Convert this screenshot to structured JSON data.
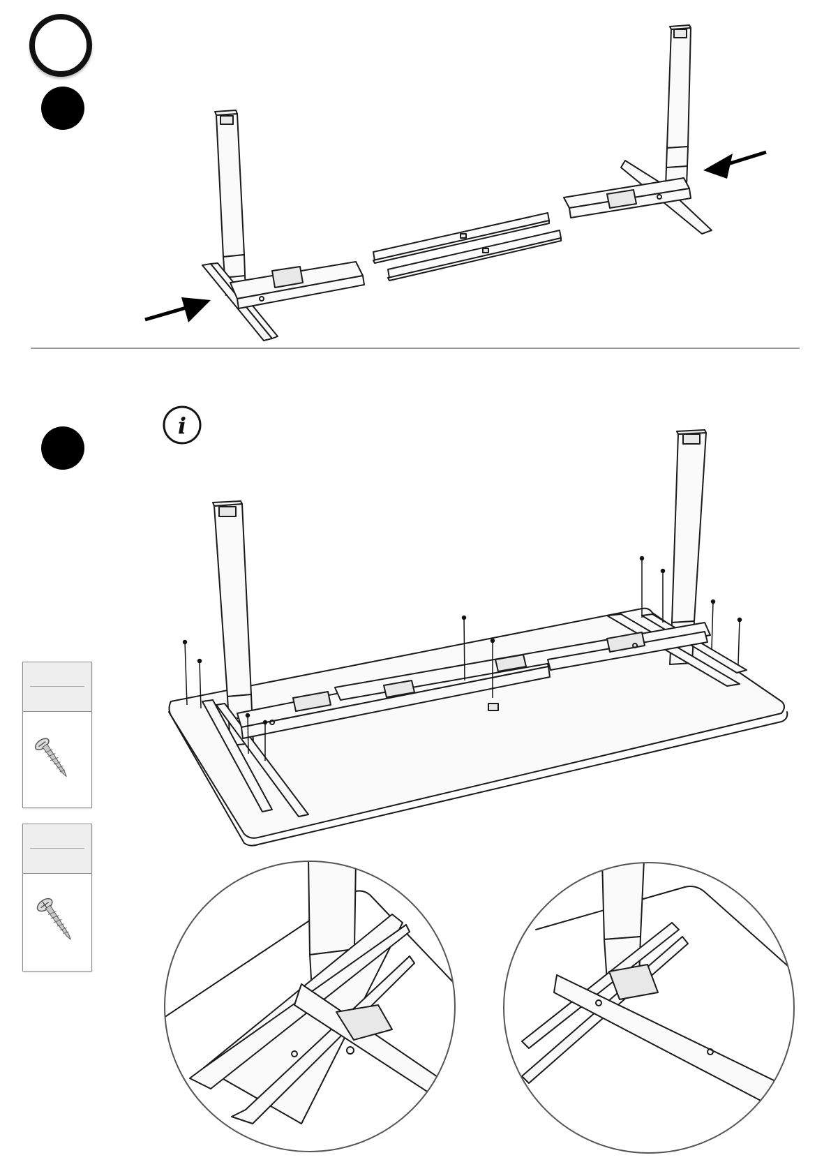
{
  "page": {
    "title": "",
    "steps": [
      {
        "number": "",
        "arrows": 2
      },
      {
        "number": "",
        "info": "i"
      }
    ],
    "parts": [
      {
        "label": "",
        "qty": "",
        "icon": "screw-icon"
      },
      {
        "label": "",
        "qty": "",
        "icon": "screw-icon"
      }
    ],
    "info_glyph": "i"
  }
}
